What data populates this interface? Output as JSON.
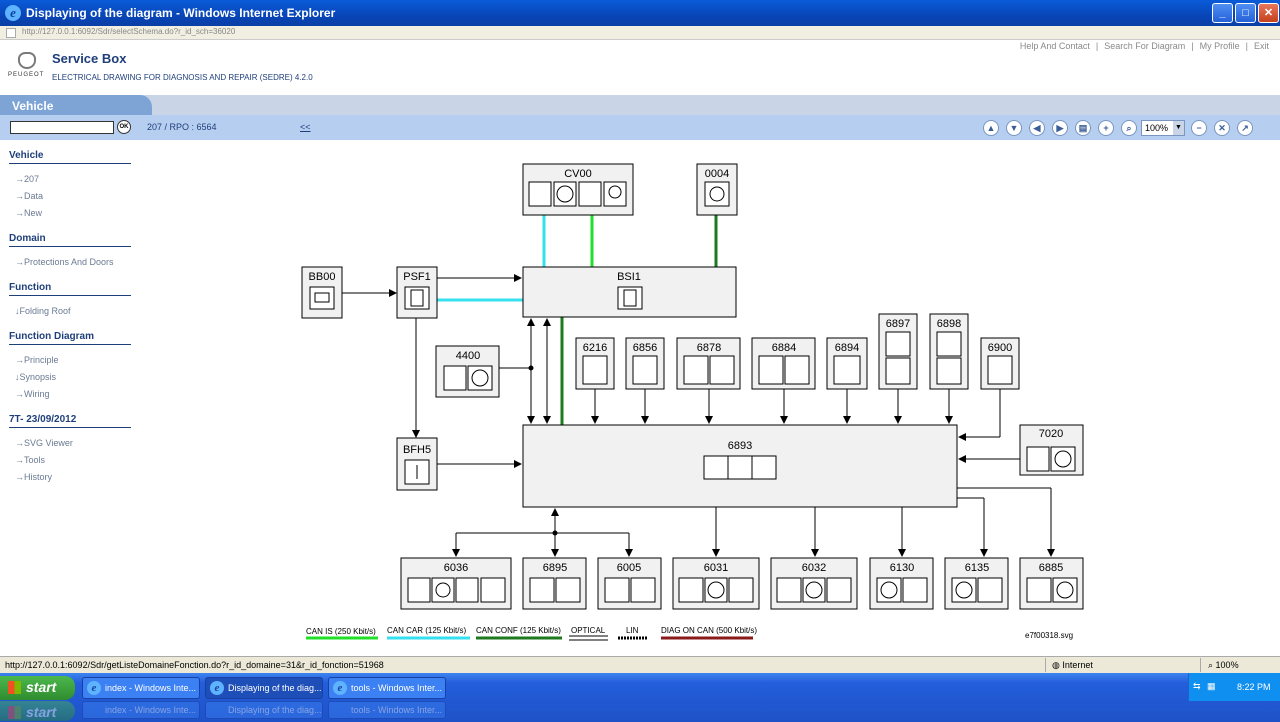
{
  "window": {
    "title": "Displaying of the diagram - Windows Internet Explorer",
    "minimize": "_",
    "maximize": "□",
    "close": "✕"
  },
  "address": {
    "url": "http://127.0.0.1:6092/Sdr/selectSchema.do?r_id_sch=36020"
  },
  "top_nav": {
    "help": "Help And Contact",
    "search": "Search For Diagram",
    "profile": "My Profile",
    "exit": "Exit",
    "sep": "|"
  },
  "brand": {
    "title": "Service Box",
    "subtitle": "ELECTRICAL DRAWING FOR DIAGNOSIS AND REPAIR (SEDRE) 4.2.0",
    "logo_text": "PEUGEOT"
  },
  "vehicle_tab": {
    "label": "Vehicle"
  },
  "toolbar": {
    "search_value": "",
    "ok": "OK",
    "breadcrumb": "207  /  RPO : 6564",
    "back_link": "<<",
    "zoom": "100%"
  },
  "sidebar": {
    "sections": [
      {
        "title": "Vehicle",
        "items": [
          "→207",
          "→Data",
          "→New"
        ]
      },
      {
        "title": "Domain",
        "items": [
          "→Protections And Doors"
        ]
      },
      {
        "title": "Function",
        "items": [
          "↓Folding Roof"
        ]
      },
      {
        "title": "Function Diagram",
        "items": [
          "→Principle",
          "↓Synopsis",
          "→Wiring"
        ]
      },
      {
        "title": "7T- 23/09/2012",
        "items": [
          "→SVG Viewer",
          "→Tools",
          "→History"
        ]
      }
    ]
  },
  "diagram": {
    "boxes": {
      "cv00": "CV00",
      "b0004": "0004",
      "bb00": "BB00",
      "psf1": "PSF1",
      "bsi1": "BSI1",
      "b4400": "4400",
      "bfh5": "BFH5",
      "b6216": "6216",
      "b6856": "6856",
      "b6878": "6878",
      "b6884": "6884",
      "b6894": "6894",
      "b6897": "6897",
      "b6898": "6898",
      "b6900": "6900",
      "b6893": "6893",
      "b7020": "7020",
      "b6036": "6036",
      "b6895": "6895",
      "b6005": "6005",
      "b6031": "6031",
      "b6032": "6032",
      "b6130": "6130",
      "b6135": "6135",
      "b6885": "6885"
    },
    "legend": {
      "can_is": "CAN IS (250 Kbit/s)",
      "can_car": "CAN CAR (125 Kbit/s)",
      "can_conf": "CAN CONF (125 Kbit/s)",
      "optical": "OPTICAL",
      "lin": "LIN",
      "diag": "DIAG ON CAN  (500 Kbit/s)"
    },
    "colors": {
      "can_is": "#22e02a",
      "can_car": "#35e1ee",
      "can_conf": "#1e7a1e",
      "diag": "#8b1a1a"
    },
    "filename": "e7f00318.svg"
  },
  "status": {
    "url": "http://127.0.0.1:6092/Sdr/getListeDomaineFonction.do?r_id_domaine=31&r_id_fonction=51968",
    "zone": "Internet",
    "zoom": "100%"
  },
  "taskbar": {
    "start": "start",
    "tasks": [
      "index - Windows Inte...",
      "Displaying of the diag...",
      "tools - Windows Inter..."
    ],
    "clock": "8:22 PM"
  }
}
